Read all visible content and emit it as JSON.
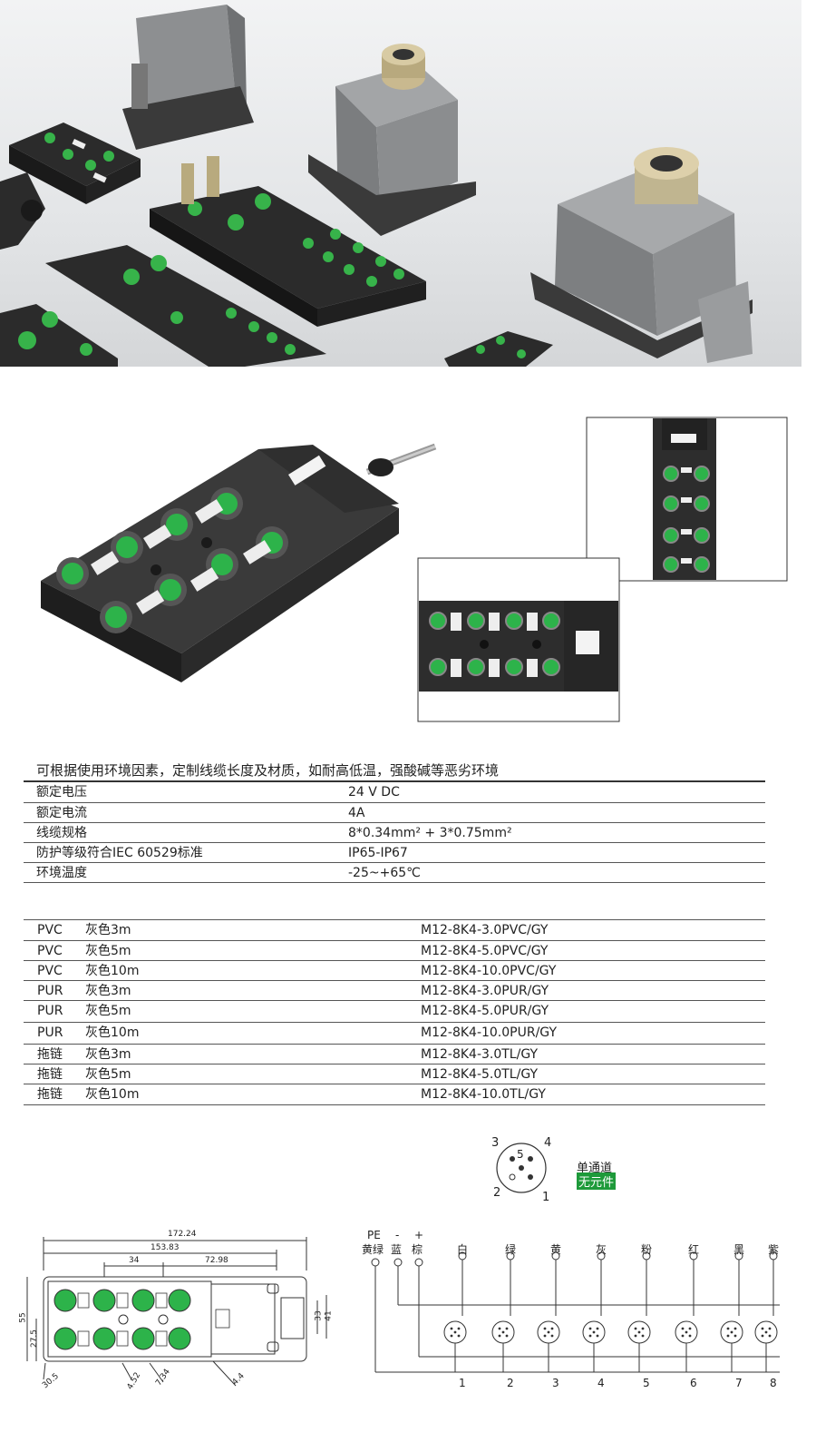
{
  "spec": {
    "intro": "可根据使用环境因素，定制线缆长度及材质，如耐高低温，强酸碱等恶劣环境",
    "rows": [
      {
        "label": "额定电压",
        "value": "24 V DC"
      },
      {
        "label": "额定电流",
        "value": "4A"
      },
      {
        "label": "线缆规格",
        "value": "8*0.34mm² + 3*0.75mm²"
      },
      {
        "label": "防护等级符合IEC 60529标准",
        "value": "IP65-IP67"
      },
      {
        "label": "环境温度",
        "value": "-25~+65℃"
      }
    ]
  },
  "models": [
    {
      "material": "PVC",
      "color": "灰色3m",
      "part": "M12-8K4-3.0PVC/GY"
    },
    {
      "material": "PVC",
      "color": "灰色5m",
      "part": "M12-8K4-5.0PVC/GY"
    },
    {
      "material": "PVC",
      "color": "灰色10m",
      "part": "M12-8K4-10.0PVC/GY"
    },
    {
      "material": "PUR",
      "color": "灰色3m",
      "part": "M12-8K4-3.0PUR/GY"
    },
    {
      "material": "PUR",
      "color": "灰色5m",
      "part": "M12-8K4-5.0PUR/GY"
    },
    {
      "material": "PUR",
      "color": "灰色10m",
      "part": "M12-8K4-10.0PUR/GY"
    },
    {
      "material": "拖链",
      "color": "灰色3m",
      "part": "M12-8K4-3.0TL/GY"
    },
    {
      "material": "拖链",
      "color": "灰色5m",
      "part": "M12-8K4-5.0TL/GY"
    },
    {
      "material": "拖链",
      "color": "灰色10m",
      "part": "M12-8K4-10.0TL/GY"
    }
  ],
  "pin_diagram": {
    "pins": [
      "3",
      "4",
      "5",
      "2",
      "1"
    ],
    "channel_label": "单通道",
    "badge_label": "无元件",
    "badge_color": "#1e9a3a"
  },
  "dimensions": {
    "d_172": "172.24",
    "d_153": "153.83",
    "d_34": "34",
    "d_72": "72.98",
    "d_55": "55",
    "d_27": "27.5",
    "d_33": "33",
    "d_41": "41",
    "d_4_52": "4.52",
    "d_7_34": "7.34",
    "d_4_4": "4.4",
    "d_30_5": "30.5"
  },
  "wiring": {
    "top_labels": [
      {
        "top": "PE",
        "bottom": "黄绿"
      },
      {
        "top": "-",
        "bottom": "蓝"
      },
      {
        "top": "+",
        "bottom": "棕"
      }
    ],
    "wire_colors": [
      "白",
      "绿",
      "黄",
      "灰",
      "粉",
      "红",
      "黑",
      "紫"
    ],
    "ports": [
      "1",
      "2",
      "3",
      "4",
      "5",
      "6",
      "7",
      "8"
    ]
  },
  "colors": {
    "connector_green": "#2db34a",
    "housing_dark": "#2a2a2a",
    "housing_gray": "#8a8c8e"
  }
}
